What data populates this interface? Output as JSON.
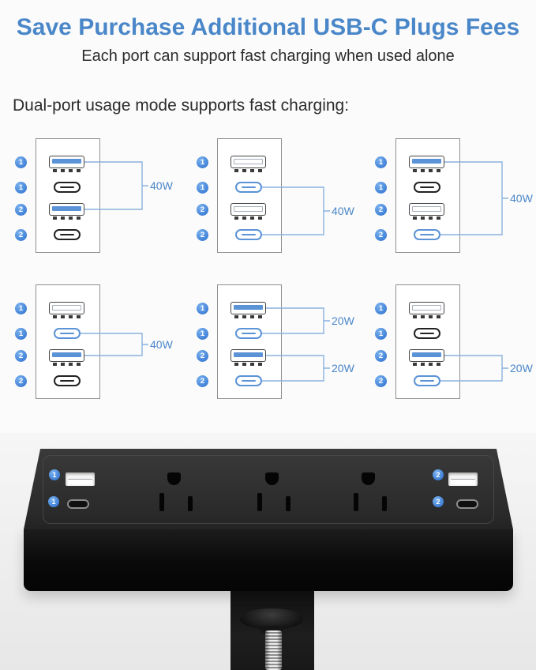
{
  "header": {
    "title": "Save Purchase Additional USB-C Plugs Fees",
    "subtitle": "Each port can support fast charging when used alone"
  },
  "section_label": "Dual-port usage mode supports fast charging:",
  "colors": {
    "title_blue": "#4a87c9",
    "port_blue": "#5b93d6",
    "bracket_blue": "#8ab1de",
    "badge_blue": "#4a90e2"
  },
  "diagrams": [
    {
      "name": "mode-1",
      "ports": [
        {
          "number": "1",
          "type": "usb-a",
          "highlighted": true
        },
        {
          "number": "1",
          "type": "usb-c",
          "highlighted": false
        },
        {
          "number": "2",
          "type": "usb-a",
          "highlighted": true
        },
        {
          "number": "2",
          "type": "usb-c",
          "highlighted": false
        }
      ],
      "brackets": [
        {
          "from_port": 0,
          "to_port": 2,
          "label": "40W"
        }
      ]
    },
    {
      "name": "mode-2",
      "ports": [
        {
          "number": "1",
          "type": "usb-a",
          "highlighted": false
        },
        {
          "number": "1",
          "type": "usb-c",
          "highlighted": true
        },
        {
          "number": "2",
          "type": "usb-a",
          "highlighted": false
        },
        {
          "number": "2",
          "type": "usb-c",
          "highlighted": true
        }
      ],
      "brackets": [
        {
          "from_port": 1,
          "to_port": 3,
          "label": "40W"
        }
      ]
    },
    {
      "name": "mode-3",
      "ports": [
        {
          "number": "1",
          "type": "usb-a",
          "highlighted": true
        },
        {
          "number": "1",
          "type": "usb-c",
          "highlighted": false
        },
        {
          "number": "2",
          "type": "usb-a",
          "highlighted": false
        },
        {
          "number": "2",
          "type": "usb-c",
          "highlighted": true
        }
      ],
      "brackets": [
        {
          "from_port": 0,
          "to_port": 3,
          "label": "40W"
        }
      ]
    },
    {
      "name": "mode-4",
      "ports": [
        {
          "number": "1",
          "type": "usb-a",
          "highlighted": false
        },
        {
          "number": "1",
          "type": "usb-c",
          "highlighted": true
        },
        {
          "number": "2",
          "type": "usb-a",
          "highlighted": true
        },
        {
          "number": "2",
          "type": "usb-c",
          "highlighted": false
        }
      ],
      "brackets": [
        {
          "from_port": 1,
          "to_port": 2,
          "label": "40W"
        }
      ]
    },
    {
      "name": "mode-5",
      "ports": [
        {
          "number": "1",
          "type": "usb-a",
          "highlighted": true
        },
        {
          "number": "1",
          "type": "usb-c",
          "highlighted": true
        },
        {
          "number": "2",
          "type": "usb-a",
          "highlighted": true
        },
        {
          "number": "2",
          "type": "usb-c",
          "highlighted": true
        }
      ],
      "brackets": [
        {
          "from_port": 0,
          "to_port": 1,
          "label": "20W"
        },
        {
          "from_port": 2,
          "to_port": 3,
          "label": "20W"
        }
      ]
    },
    {
      "name": "mode-6",
      "ports": [
        {
          "number": "1",
          "type": "usb-a",
          "highlighted": false
        },
        {
          "number": "1",
          "type": "usb-c",
          "highlighted": false
        },
        {
          "number": "2",
          "type": "usb-a",
          "highlighted": true
        },
        {
          "number": "2",
          "type": "usb-c",
          "highlighted": true
        }
      ],
      "brackets": [
        {
          "from_port": 2,
          "to_port": 3,
          "label": "20W"
        }
      ]
    }
  ],
  "product_strip": {
    "badges": [
      "1",
      "1",
      "2",
      "2"
    ],
    "usb_a_count": 2,
    "usb_c_count": 2,
    "ac_outlet_count": 3
  }
}
